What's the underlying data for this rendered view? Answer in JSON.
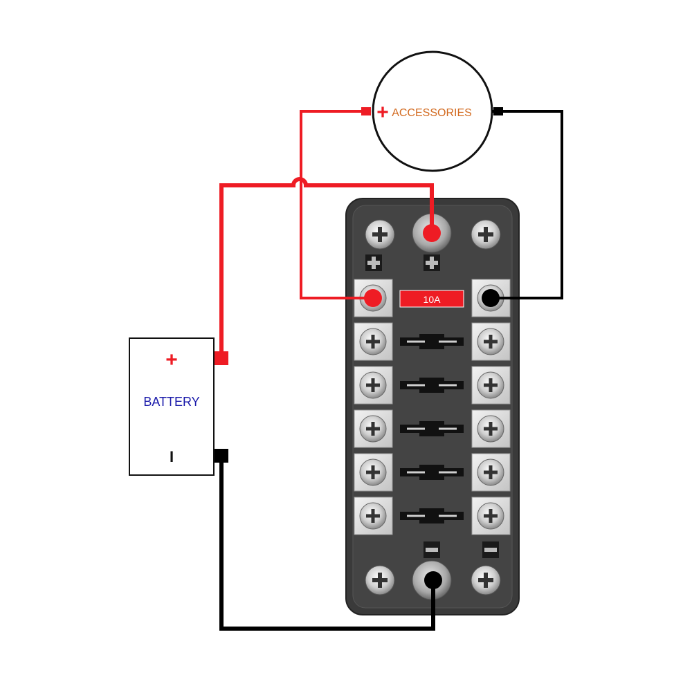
{
  "accessories": {
    "label": "ACCESSORIES",
    "plus_sign": "+"
  },
  "battery": {
    "label": "BATTERY",
    "plus_sign": "+",
    "minus_sign": "I"
  },
  "fuse_block": {
    "fuse_rating": "10A",
    "fuse_count": 6
  },
  "colors": {
    "positive_wire": "#ee1c24",
    "negative_wire": "#000000",
    "accessories_text": "#d2691e",
    "battery_text": "#1a1aaa",
    "block_body": "#3a3a3a",
    "terminal": "#d8d8d8"
  }
}
